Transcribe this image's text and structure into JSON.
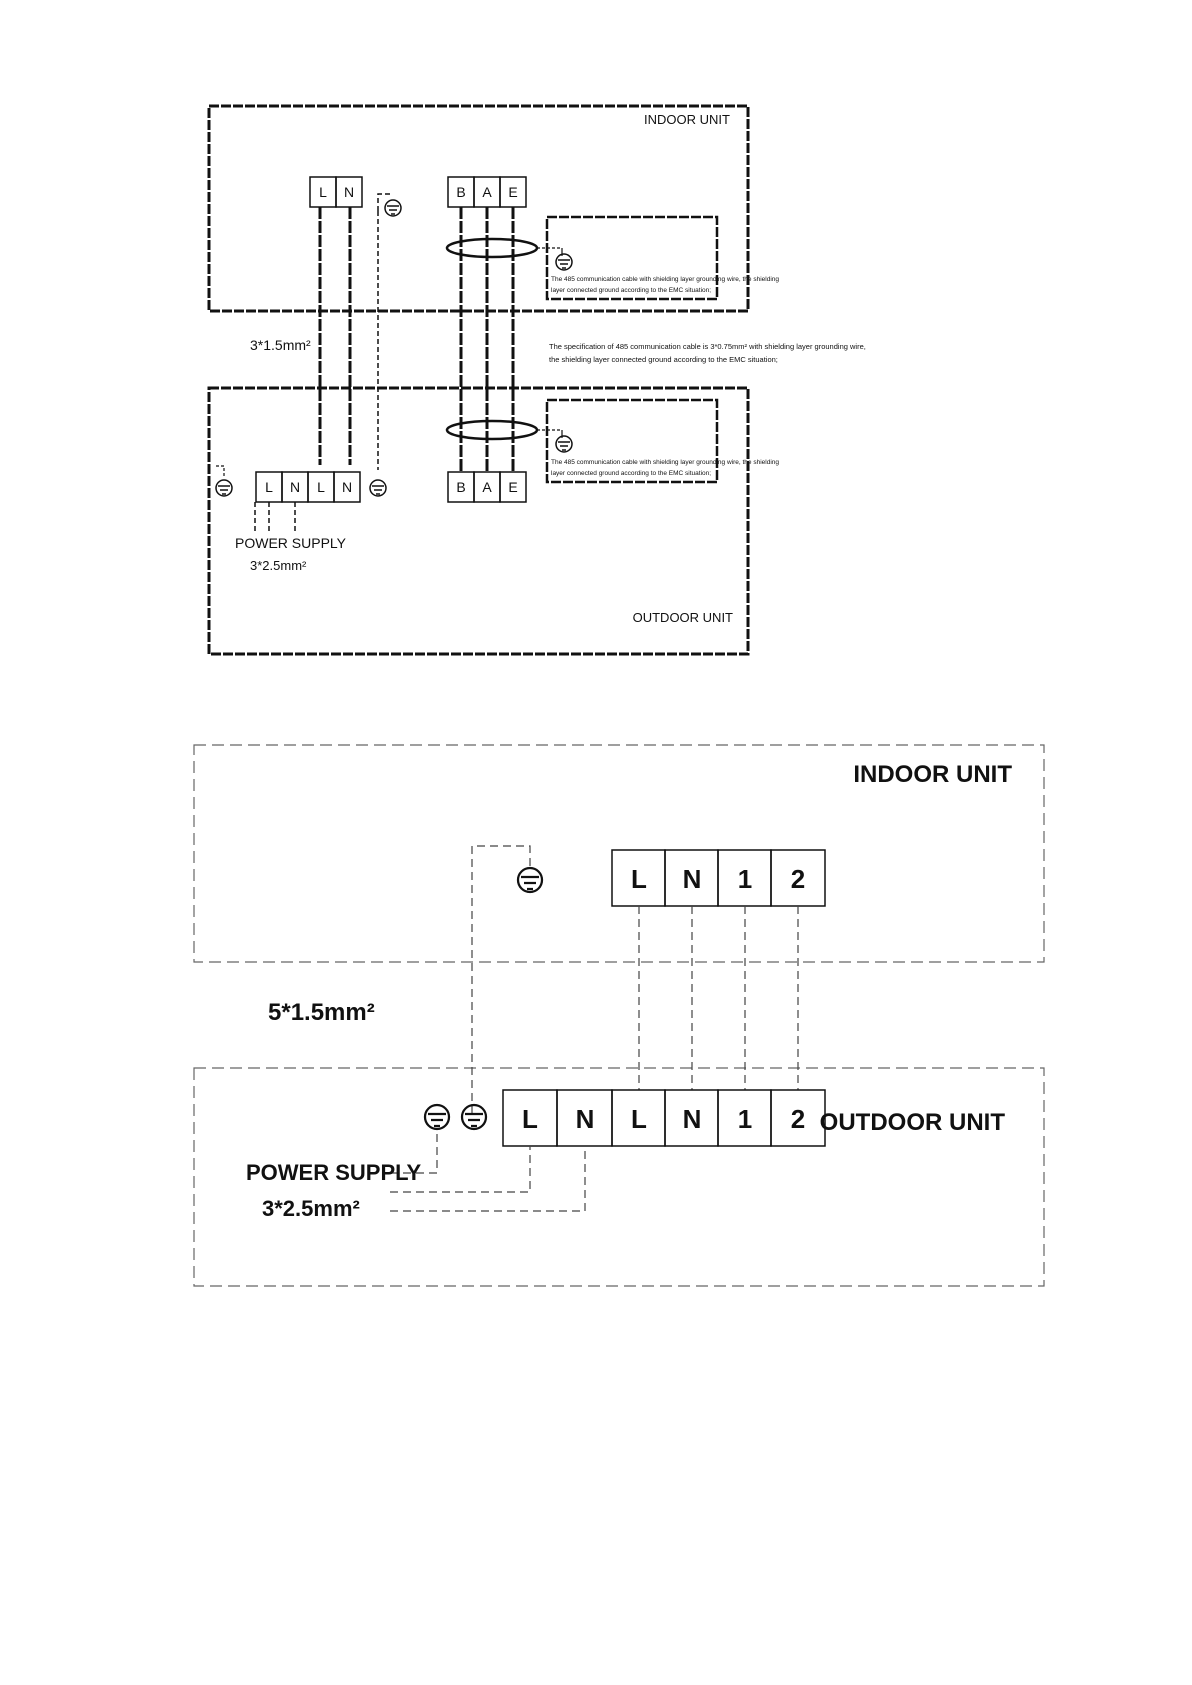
{
  "diagram1": {
    "indoor_label": "INDOOR UNIT",
    "outdoor_label": "OUTDOOR UNIT",
    "indoor_power_terminals": [
      "L",
      "N"
    ],
    "indoor_comm_terminals": [
      "B",
      "A",
      "E"
    ],
    "outdoor_power_terminals": [
      "L",
      "N",
      "L",
      "N"
    ],
    "outdoor_comm_terminals": [
      "B",
      "A",
      "E"
    ],
    "interconnect_cable": "3*1.5mm²",
    "power_supply_label": "POWER SUPPLY",
    "power_supply_cable": "3*2.5mm²",
    "shield_note_line1": "The 485 communication cable with shielding layer grounding wire, the shielding",
    "shield_note_line2": "layer connected ground according to the EMC situation;",
    "spec_note_line1": "The specification of 485 communication cable is 3*0.75mm² with shielding layer grounding wire,",
    "spec_note_line2": "the shielding layer connected ground according to the EMC situation;"
  },
  "diagram2": {
    "indoor_label": "INDOOR UNIT",
    "outdoor_label": "OUTDOOR UNIT",
    "indoor_terminals": [
      "L",
      "N",
      "1",
      "2"
    ],
    "outdoor_terminals": [
      "L",
      "N",
      "L",
      "N",
      "1",
      "2"
    ],
    "interconnect_cable": "5*1.5mm²",
    "power_supply_label": "POWER SUPPLY",
    "power_supply_cable": "3*2.5mm²"
  }
}
